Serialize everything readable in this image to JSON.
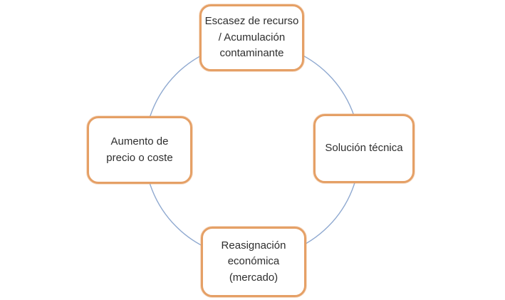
{
  "diagram": {
    "type": "cycle",
    "nodes": [
      {
        "id": "escasez",
        "position": "top",
        "label": "Escasez de recurso\n/ Acumulación\ncontaminante"
      },
      {
        "id": "solucion",
        "position": "right",
        "label": "Solución técnica"
      },
      {
        "id": "reasignacion",
        "position": "bottom",
        "label": "Reasignación\neconómica\n(mercado)"
      },
      {
        "id": "aumento",
        "position": "left",
        "label": "Aumento de\nprecio o coste"
      }
    ],
    "colors": {
      "node_border": "#E5A066",
      "node_fill": "#FFFFFF",
      "cycle_stroke": "#8FA9D0",
      "text": "#2E2E2E",
      "background": "#FFFFFF"
    }
  }
}
